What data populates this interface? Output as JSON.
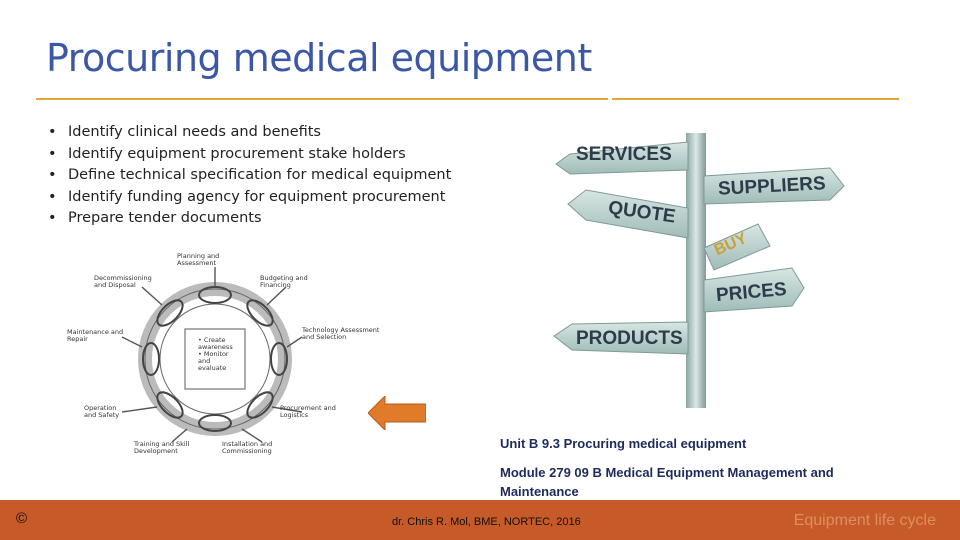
{
  "slide": {
    "title": "Procuring medical equipment",
    "bullets": [
      "Identify clinical needs and benefits",
      "Identify equipment procurement stake holders",
      "Define technical specification for medical equipment",
      "Identify funding agency for equipment procurement",
      "Prepare tender documents"
    ]
  },
  "lifecycle": {
    "stages": [
      "Planning and Assessment",
      "Budgeting and Financing",
      "Technology Assessment and Selection",
      "Procurement and Logistics",
      "Installation and Commissioning",
      "Training and Skill Development",
      "Operation and Safety",
      "Maintenance and Repair",
      "Decommissioning and Disposal"
    ],
    "center": [
      "• Create",
      "awareness",
      "• Monitor",
      "and",
      "evaluate"
    ]
  },
  "signpost": {
    "planks": [
      "SERVICES",
      "SUPPLIERS",
      "QUOTE",
      "BUY",
      "PRICES",
      "PRODUCTS"
    ]
  },
  "reference": {
    "unit": "Unit B 9.3 Procuring medical equipment",
    "module": "Module 279 09 B  Medical Equipment Management and Maintenance"
  },
  "footer": {
    "copyright": "©",
    "author": "dr. Chris R. Mol, BME, NORTEC, 2016",
    "section": "Equipment life cycle"
  },
  "colors": {
    "title": "#3b57a6",
    "rule": "#e3a63a",
    "footer_bg": "#c65a28",
    "arrow": "#e07b2a",
    "sign": "#a9c6c2"
  }
}
